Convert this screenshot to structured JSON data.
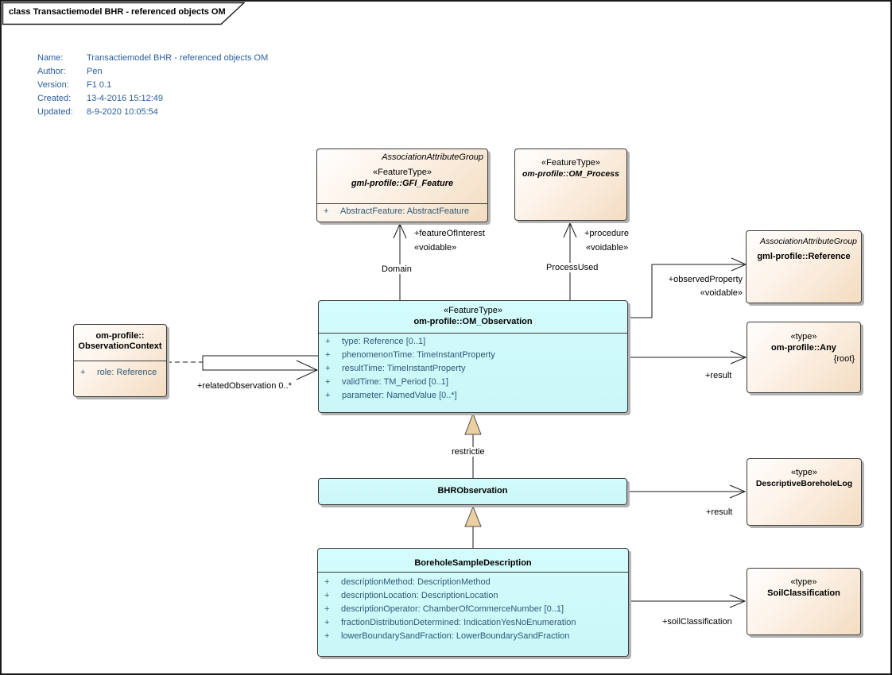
{
  "frame": {
    "title": "class Transactiemodel BHR - referenced objects OM"
  },
  "metadata": {
    "name_label": "Name:",
    "name": "Transactiemodel BHR - referenced objects OM",
    "author_label": "Author:",
    "author": "Pen",
    "version_label": "Version:",
    "version": "F1 0.1",
    "created_label": "Created:",
    "created": "13-4-2016 15:12:49",
    "updated_label": "Updated:",
    "updated": "8-9-2020 10:05:54"
  },
  "classes": {
    "gfi_feature": {
      "group": "AssociationAttributeGroup",
      "stereotype": "«FeatureType»",
      "name": "gml-profile::GFI_Feature",
      "attributes": [
        {
          "vis": "+",
          "text": "AbstractFeature: AbstractFeature"
        }
      ]
    },
    "om_process": {
      "stereotype": "«FeatureType»",
      "name": "om-profile::OM_Process"
    },
    "reference": {
      "group": "AssociationAttributeGroup",
      "name": "gml-profile::Reference"
    },
    "om_observation": {
      "stereotype": "«FeatureType»",
      "name": "om-profile::OM_Observation",
      "attributes": [
        {
          "vis": "+",
          "text": "type: Reference [0..1]"
        },
        {
          "vis": "+",
          "text": "phenomenonTime: TimeInstantProperty"
        },
        {
          "vis": "+",
          "text": "resultTime: TimeInstantProperty"
        },
        {
          "vis": "+",
          "text": "validTime: TM_Period [0..1]"
        },
        {
          "vis": "+",
          "text": "parameter: NamedValue [0..*]"
        }
      ]
    },
    "any": {
      "stereotype": "«type»",
      "name": "om-profile::Any",
      "constraint": "{root}"
    },
    "observation_context": {
      "name_line1": "om-profile::",
      "name_line2": "ObservationContext",
      "attributes": [
        {
          "vis": "+",
          "text": "role: Reference"
        }
      ]
    },
    "bhr_observation": {
      "name": "BHRObservation"
    },
    "descriptive_borehole_log": {
      "stereotype": "«type»",
      "name": "DescriptiveBoreholeLog"
    },
    "borehole_sample_description": {
      "name": "BoreholeSampleDescription",
      "attributes": [
        {
          "vis": "+",
          "text": "descriptionMethod: DescriptionMethod"
        },
        {
          "vis": "+",
          "text": "descriptionLocation: DescriptionLocation"
        },
        {
          "vis": "+",
          "text": "descriptionOperator: ChamberOfCommerceNumber [0..1]"
        },
        {
          "vis": "+",
          "text": "fractionDistributionDetermined: IndicationYesNoEnumeration"
        },
        {
          "vis": "+",
          "text": "lowerBoundarySandFraction: LowerBoundarySandFraction"
        }
      ]
    },
    "soil_classification": {
      "stereotype": "«type»",
      "name": "SoilClassification"
    }
  },
  "connectors": {
    "feature_of_interest": {
      "role": "+featureOfInterest",
      "stereotype": "«voidable»",
      "name": "Domain"
    },
    "procedure": {
      "role": "+procedure",
      "stereotype": "«voidable»",
      "name": "ProcessUsed"
    },
    "observed_property": {
      "role": "+observedProperty",
      "stereotype": "«voidable»"
    },
    "result_observation": {
      "role": "+result"
    },
    "related_observation": {
      "role": "+relatedObservation 0..*"
    },
    "restrictie": {
      "name": "restrictie"
    },
    "result_bhr": {
      "role": "+result"
    },
    "soil_classification": {
      "role": "+soilClassification"
    }
  },
  "colors": {
    "class_fill_cyan": "#ccfafa",
    "class_fill_cream": "#f3dcc1",
    "attribute_text": "#2d5a78",
    "metadata_text": "#2a5e9c",
    "generalization_fill": "#eccfa0",
    "line": "#1a1a1a"
  }
}
